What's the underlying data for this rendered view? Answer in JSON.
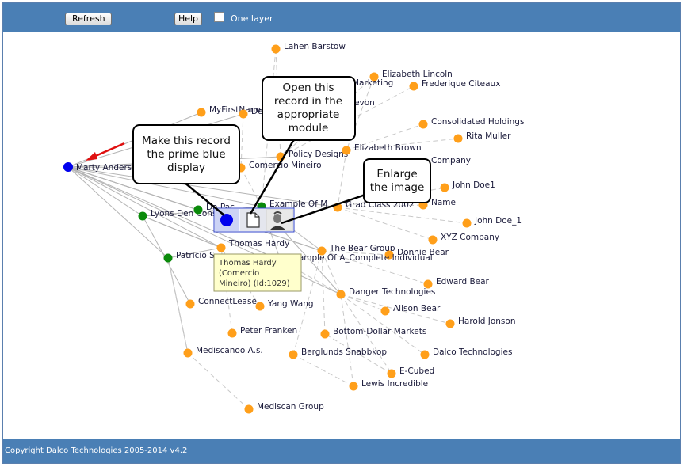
{
  "toolbar": {
    "refresh_label": "Refresh",
    "help_label": "Help",
    "one_layer_label": "One layer",
    "one_layer_checked": false
  },
  "footer": {
    "copyright": "Copyright Dalco Technologies 2005-2014  v4.2"
  },
  "colors": {
    "primary_node": "#0000ee",
    "linked_node": "#0a8a0a",
    "record_node": "#ff9f1a",
    "header_bar": "#4a7fb5",
    "arrow": "#e01010"
  },
  "graph": {
    "nodes": [
      {
        "label": "Marty Anders",
        "type": "primary"
      },
      {
        "label": "Lyons Den Cons",
        "type": "linked"
      },
      {
        "label": "Patricio S",
        "type": "linked"
      },
      {
        "label": "Lahen Barstow",
        "type": "record"
      },
      {
        "label": "Elizabeth Lincoln",
        "type": "record"
      },
      {
        "label": "Frederique Citeaux",
        "type": "record"
      },
      {
        "label": "MyFirstName",
        "type": "record"
      },
      {
        "label": "Consolidated Holdings",
        "type": "record"
      },
      {
        "label": "Rita Muller",
        "type": "record"
      },
      {
        "label": "Policy Designs",
        "type": "record"
      },
      {
        "label": "Elizabeth Brown",
        "type": "record"
      },
      {
        "label": "Company",
        "type": "record"
      },
      {
        "label": "Comercio Mineiro",
        "type": "record"
      },
      {
        "label": "John Doe1",
        "type": "record"
      },
      {
        "label": "Example Of M",
        "type": "linked"
      },
      {
        "label": "Grad Class 2002",
        "type": "record"
      },
      {
        "label": "Name",
        "type": "record"
      },
      {
        "label": "John Doe_1",
        "type": "record"
      },
      {
        "label": "XYZ Company",
        "type": "record"
      },
      {
        "label": "Thomas Hardy",
        "type": "record"
      },
      {
        "label": "The Bear Group",
        "type": "record"
      },
      {
        "label": "Donnie Bear",
        "type": "record"
      },
      {
        "label": "Example Of A_Complete Individual",
        "type": "record"
      },
      {
        "label": "Edward Bear",
        "type": "record"
      },
      {
        "label": "ConnectLease",
        "type": "record"
      },
      {
        "label": "Yang Wang",
        "type": "record"
      },
      {
        "label": "Danger Technologies",
        "type": "record"
      },
      {
        "label": "Alison Bear",
        "type": "record"
      },
      {
        "label": "Harold Jonson",
        "type": "record"
      },
      {
        "label": "Peter Franken",
        "type": "record"
      },
      {
        "label": "Bottom-Dollar Markets",
        "type": "record"
      },
      {
        "label": "Mediscanoo A.s.",
        "type": "record"
      },
      {
        "label": "Berglunds Snabbkop",
        "type": "record"
      },
      {
        "label": "Dalco Technologies",
        "type": "record"
      },
      {
        "label": "E-Cubed",
        "type": "record"
      },
      {
        "label": "Lewis Incredible",
        "type": "record"
      },
      {
        "label": "Mediscan Group",
        "type": "record"
      },
      {
        "label": "Devon",
        "type": "record"
      },
      {
        "label": "Marketing",
        "type": "record"
      },
      {
        "label": "Da Pac",
        "type": "linked"
      },
      {
        "label": "Dental",
        "type": "record"
      }
    ]
  },
  "context_toolbar": {
    "make_prime_icon": "blue-circle-icon",
    "open_record_icon": "document-icon",
    "image_icon": "portrait-thumbnail"
  },
  "callouts": {
    "make_prime": [
      "Make this record",
      "the prime blue",
      "display"
    ],
    "open_record": [
      "Open this",
      "record in the",
      "appropriate",
      "module"
    ],
    "enlarge": [
      "Enlarge",
      "the image"
    ]
  },
  "tooltip": {
    "lines": [
      "Thomas Hardy",
      "(Comercio",
      "Mineiro) (Id:1029)"
    ]
  }
}
